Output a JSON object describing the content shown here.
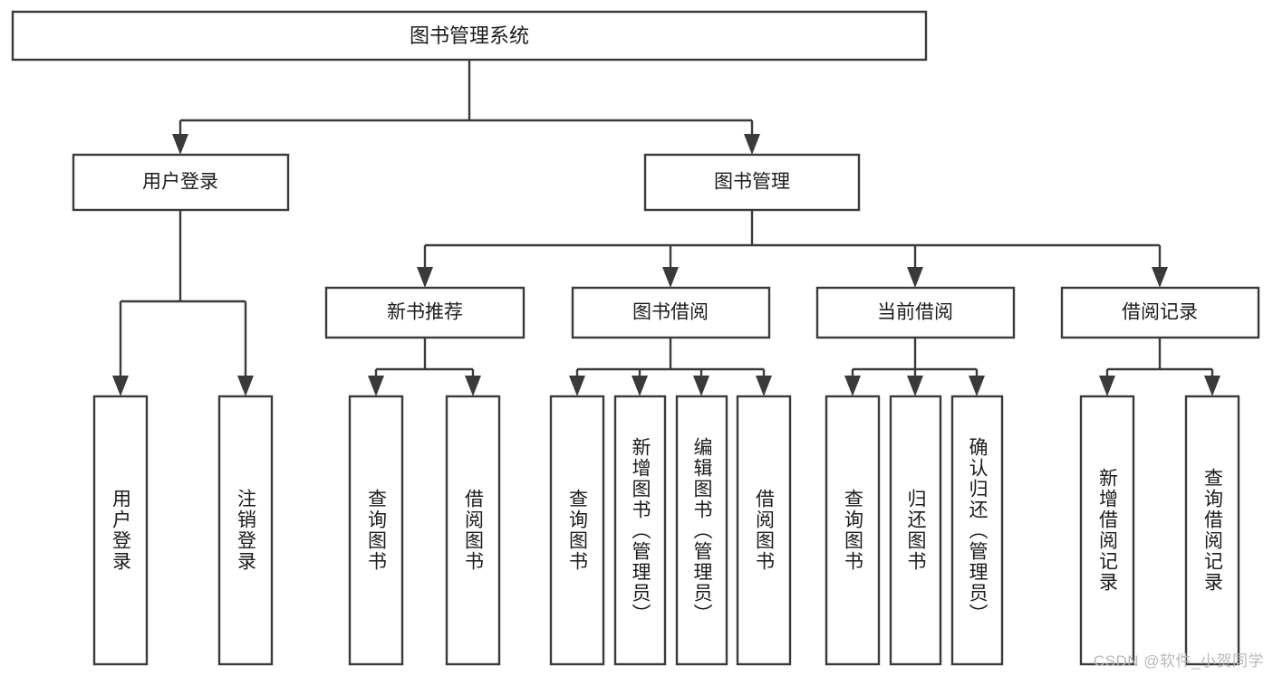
{
  "diagram": {
    "type": "tree-hierarchy",
    "title": "图书管理系统",
    "orientation": "top-down",
    "colors": {
      "box_stroke": "#3a3a3a",
      "box_fill": "#ffffff",
      "text": "#1b1b1b",
      "connector": "#3a3a3a",
      "watermark": "#b9b9b9",
      "background": "#ffffff"
    },
    "root": {
      "id": "root",
      "label": "图书管理系统"
    },
    "level2": [
      {
        "id": "user-login",
        "label": "用户登录"
      },
      {
        "id": "book-management",
        "label": "图书管理"
      }
    ],
    "level3": [
      {
        "id": "new-book-recommend",
        "label": "新书推荐",
        "parent": "book-management"
      },
      {
        "id": "book-borrow",
        "label": "图书借阅",
        "parent": "book-management"
      },
      {
        "id": "current-borrow",
        "label": "当前借阅",
        "parent": "book-management"
      },
      {
        "id": "borrow-record",
        "label": "借阅记录",
        "parent": "book-management"
      }
    ],
    "leaves": [
      {
        "id": "leaf-user-login",
        "label": "用户登录",
        "parent": "user-login"
      },
      {
        "id": "leaf-user-logout",
        "label": "注销登录",
        "parent": "user-login"
      },
      {
        "id": "leaf-query-book-1",
        "label": "查询图书",
        "parent": "new-book-recommend"
      },
      {
        "id": "leaf-borrow-book-1",
        "label": "借阅图书",
        "parent": "new-book-recommend"
      },
      {
        "id": "leaf-query-book-2",
        "label": "查询图书",
        "parent": "book-borrow"
      },
      {
        "id": "leaf-add-book",
        "label": "新增图书（管理员）",
        "parent": "book-borrow"
      },
      {
        "id": "leaf-edit-book",
        "label": "编辑图书（管理员）",
        "parent": "book-borrow"
      },
      {
        "id": "leaf-borrow-book-2",
        "label": "借阅图书",
        "parent": "book-borrow"
      },
      {
        "id": "leaf-query-book-3",
        "label": "查询图书",
        "parent": "current-borrow"
      },
      {
        "id": "leaf-return-book",
        "label": "归还图书",
        "parent": "current-borrow"
      },
      {
        "id": "leaf-confirm-return",
        "label": "确认归还（管理员）",
        "parent": "current-borrow"
      },
      {
        "id": "leaf-add-record",
        "label": "新增借阅记录",
        "parent": "borrow-record"
      },
      {
        "id": "leaf-query-record",
        "label": "查询借阅记录",
        "parent": "borrow-record"
      }
    ]
  },
  "watermark": {
    "text": "CSDN @软件_小贺同学"
  }
}
